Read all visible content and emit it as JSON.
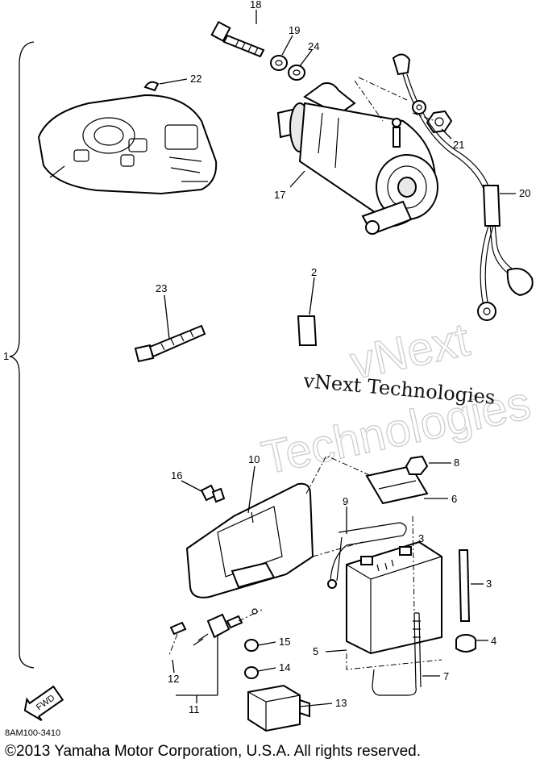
{
  "callouts": [
    {
      "id": "c1",
      "text": "1"
    },
    {
      "id": "c2",
      "text": "2"
    },
    {
      "id": "c3a",
      "text": "3"
    },
    {
      "id": "c3b",
      "text": "3"
    },
    {
      "id": "c4",
      "text": "4"
    },
    {
      "id": "c5",
      "text": "5"
    },
    {
      "id": "c6",
      "text": "6"
    },
    {
      "id": "c7",
      "text": "7"
    },
    {
      "id": "c8",
      "text": "8"
    },
    {
      "id": "c9",
      "text": "9"
    },
    {
      "id": "c10",
      "text": "10"
    },
    {
      "id": "c11",
      "text": "11"
    },
    {
      "id": "c12",
      "text": "12"
    },
    {
      "id": "c13",
      "text": "13"
    },
    {
      "id": "c14",
      "text": "14"
    },
    {
      "id": "c15",
      "text": "15"
    },
    {
      "id": "c16",
      "text": "16"
    },
    {
      "id": "c17",
      "text": "17"
    },
    {
      "id": "c18",
      "text": "18"
    },
    {
      "id": "c19",
      "text": "19"
    },
    {
      "id": "c20",
      "text": "20"
    },
    {
      "id": "c21",
      "text": "21"
    },
    {
      "id": "c22",
      "text": "22"
    },
    {
      "id": "c23",
      "text": "23"
    },
    {
      "id": "c24",
      "text": "24"
    }
  ],
  "forward_marker": "FWD",
  "reference_code": "8AM100-3410",
  "watermark": {
    "large": [
      "vNext",
      "Technologies"
    ],
    "small": "vNext Technologies"
  },
  "copyright": "©2013 Yamaha Motor Corporation, U.S.A. All rights reserved."
}
